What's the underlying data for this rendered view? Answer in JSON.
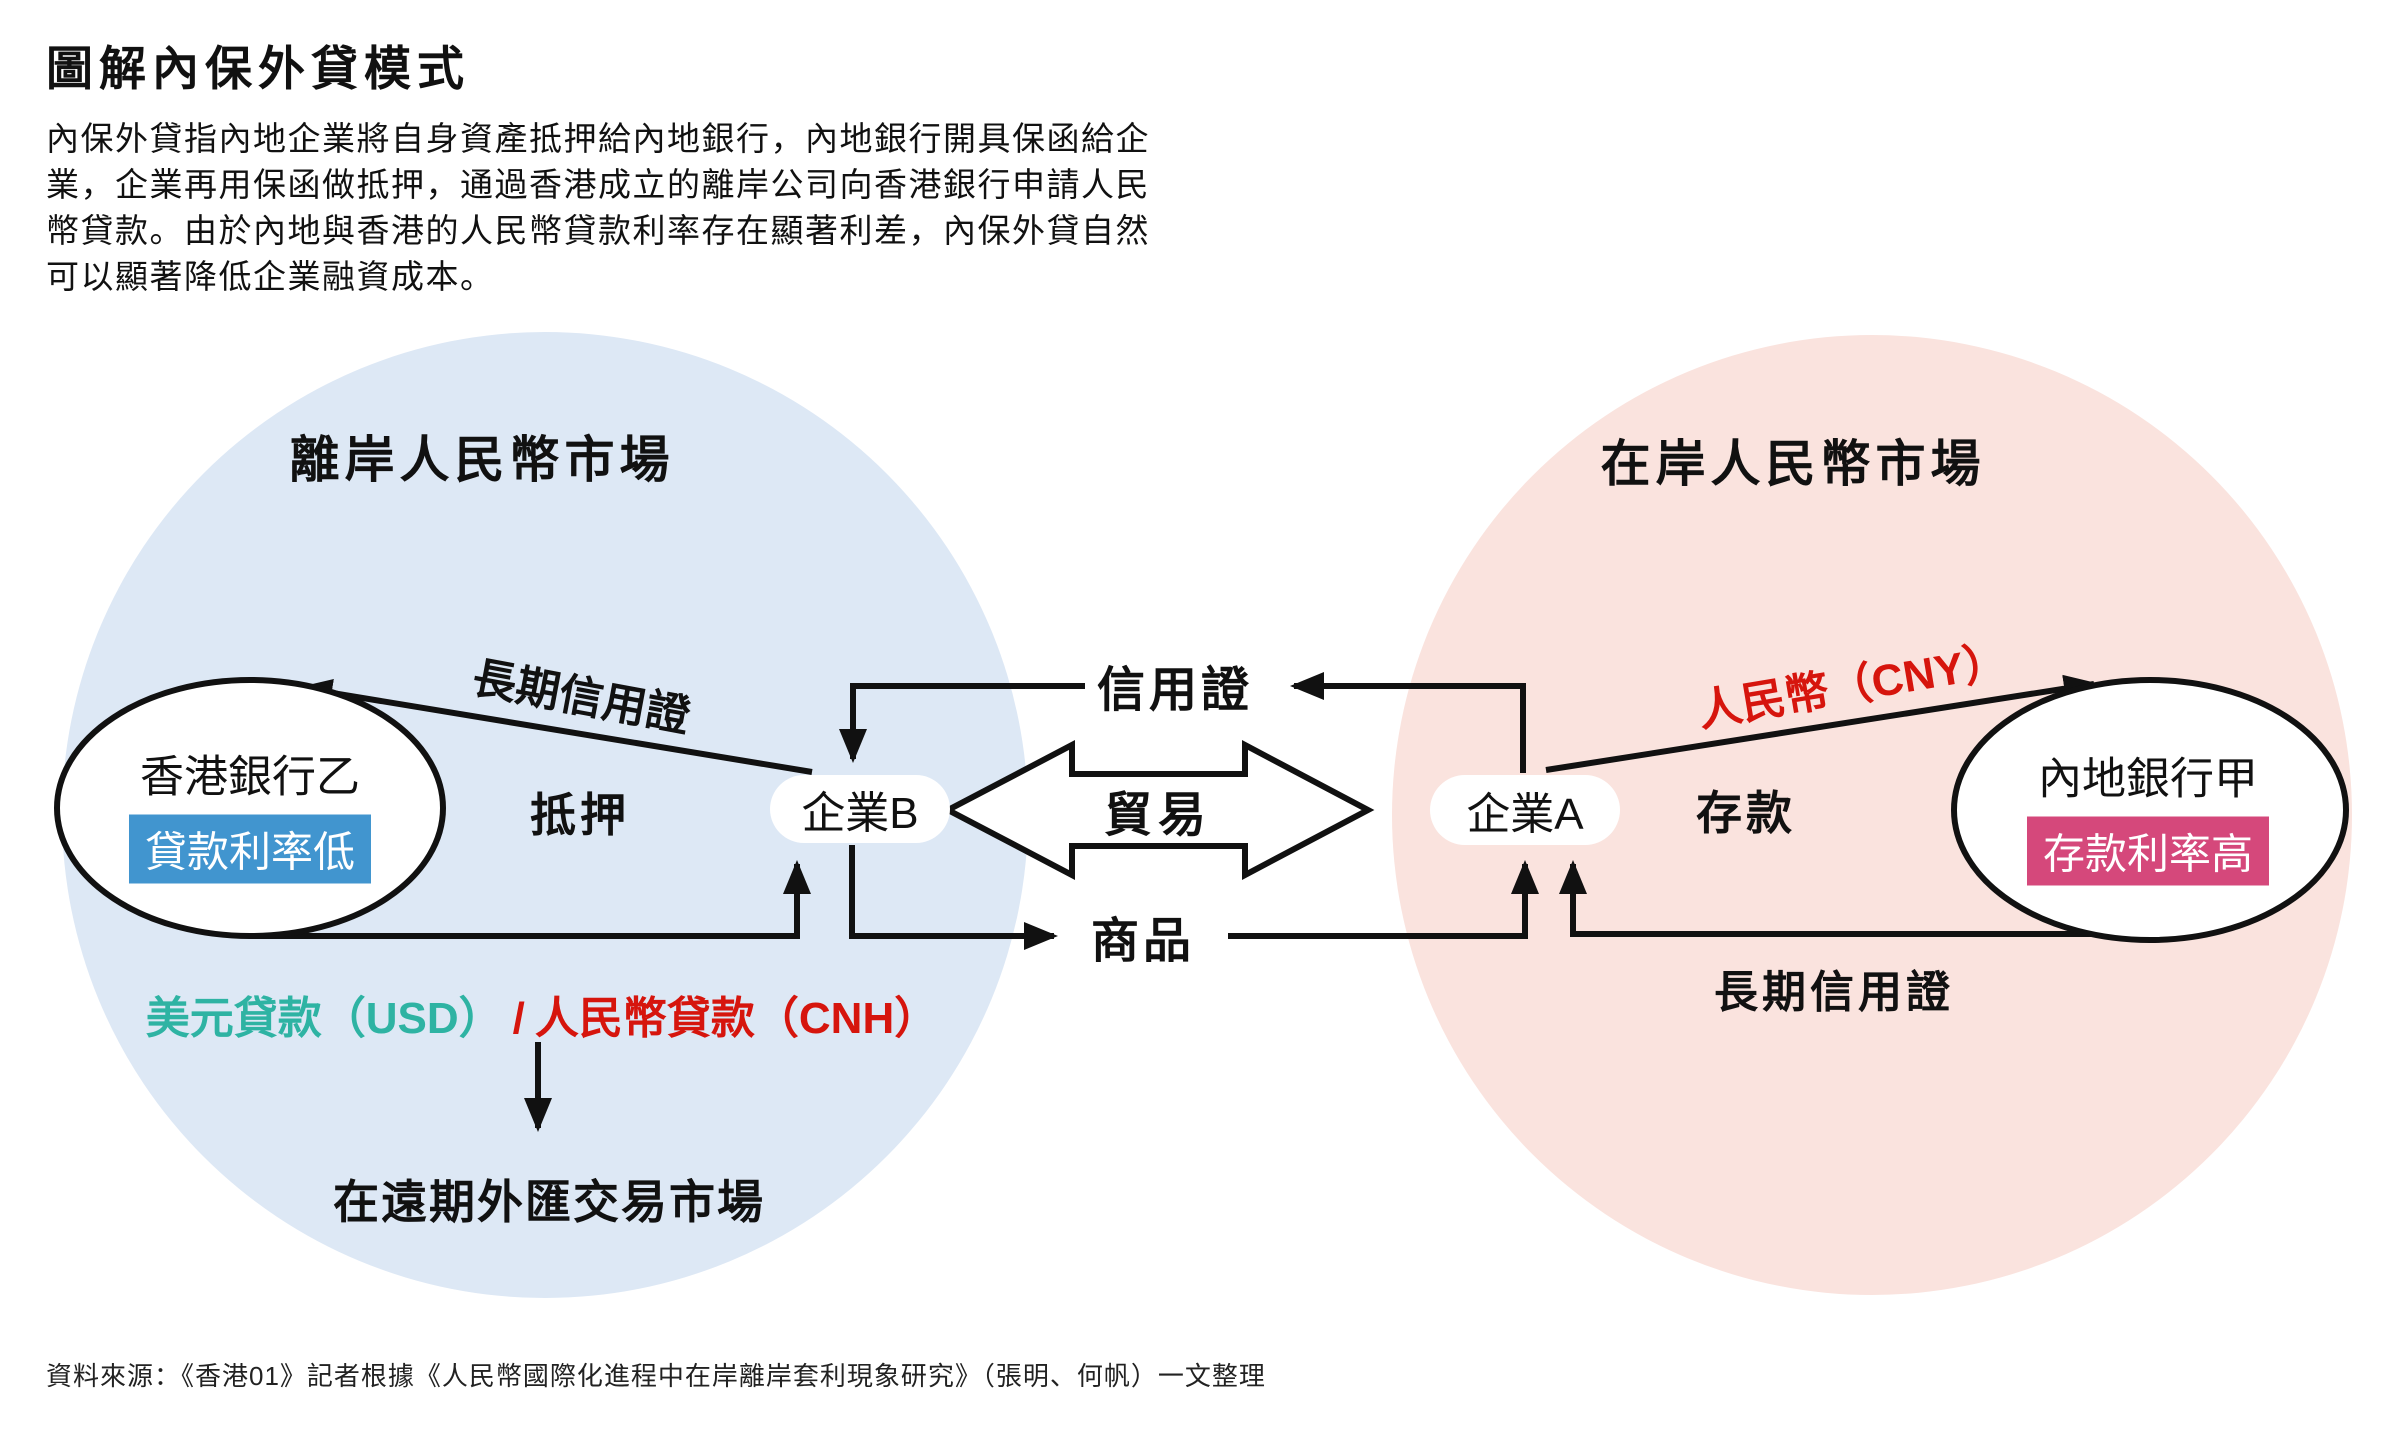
{
  "page": {
    "title": "圖解內保外貸模式",
    "description": "內保外貸指內地企業將自身資產抵押給內地銀行，內地銀行開具保函給企\n業，企業再用保函做抵押，通過香港成立的離岸公司向香港銀行申請人民\n幣貸款。由於內地與香港的人民幣貸款利率存在顯著利差，內保外貸自然\n可以顯著降低企業融資成本。",
    "source": "資料來源：《香港01》記者根據《人民幣國際化進程中在岸離岸套利現象研究》（張明、何帆）一文整理"
  },
  "diagram": {
    "offshore": {
      "title": "離岸人民幣市場",
      "bank_name": "香港銀行乙",
      "bank_badge": "貸款利率低"
    },
    "onshore": {
      "title": "在岸人民幣市場",
      "bank_name": "內地銀行甲",
      "bank_badge": "存款利率高"
    },
    "nodes": {
      "enterprise_b": "企業B",
      "enterprise_a": "企業A"
    },
    "flows": {
      "lc_long_left": "長期信用證",
      "pledge": "抵押",
      "letter_of_credit": "信用證",
      "trade": "貿易",
      "goods": "商品",
      "deposit": "存款",
      "cny": "人民幣（CNY）",
      "lc_long_right": "長期信用證",
      "usd_loan": "美元貸款（USD）",
      "loan_separator": "/",
      "cnh_loan": "人民幣貸款（CNH）",
      "fx_forward_market": "在遠期外匯交易市場"
    },
    "colors": {
      "offshore_circle": "#dde8f5",
      "onshore_circle": "#fae3de",
      "blue_badge": "#4195cf",
      "rose_badge": "#d5487b",
      "red_text": "#d6150d",
      "teal_text": "#2eb3a3",
      "line": "#111111"
    }
  }
}
